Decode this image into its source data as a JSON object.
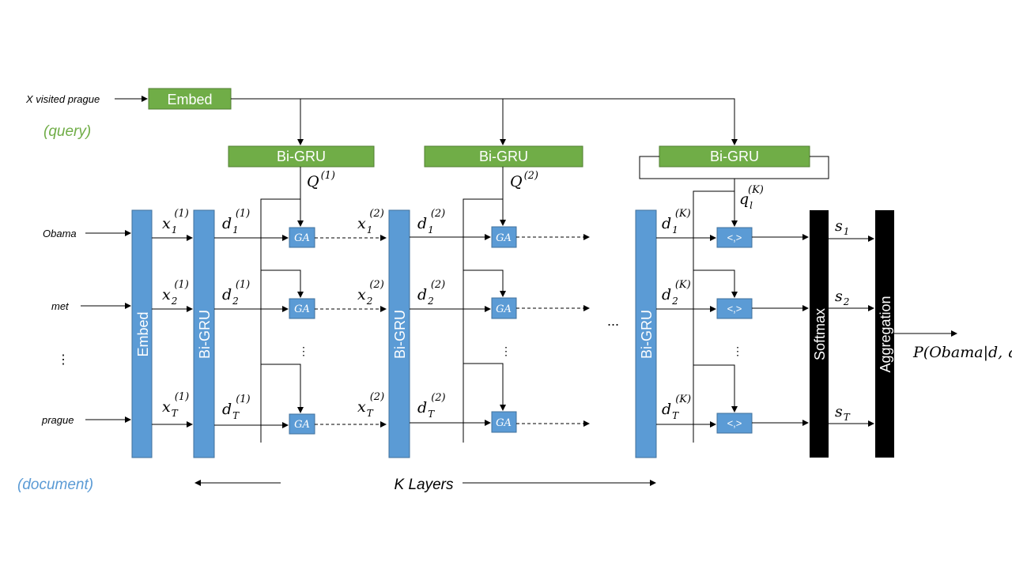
{
  "query_input": "X visited prague",
  "query_tag": "(query)",
  "document_tag": "(document)",
  "embed_label": "Embed",
  "bigru_label": "Bi-GRU",
  "ga_label": "GA",
  "dot_label": "<,>",
  "softmax_label": "Softmax",
  "aggregation_label": "Aggregation",
  "tokens": [
    "Obama",
    "met",
    "⋮",
    "prague"
  ],
  "ellipsis_v": "⋮",
  "ellipsis_h": "...",
  "layers_label": "K Layers",
  "output_label": "P(Obama|d, q)",
  "colors": {
    "green": "#70ad47",
    "blue": "#5b9bd5",
    "query_text": "#70ad47",
    "document_text": "#5b9bd5"
  },
  "math": {
    "x": "x",
    "d": "d",
    "Q": "Q",
    "q": "q",
    "s": "s",
    "sub1": "1",
    "sub2": "2",
    "subT": "T",
    "subl": "l",
    "sup1": "(1)",
    "sup2": "(2)",
    "supK": "(K)"
  }
}
